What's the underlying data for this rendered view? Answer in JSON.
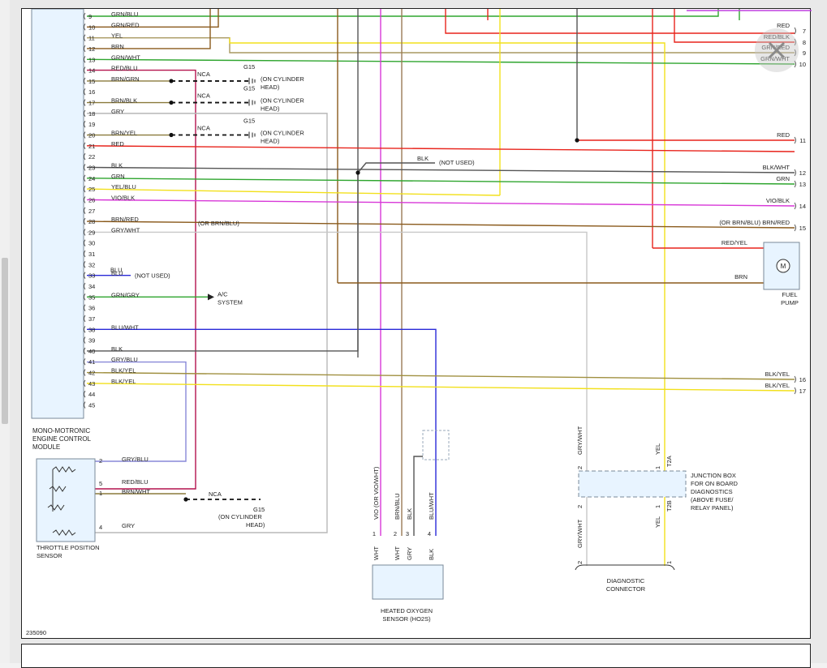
{
  "figure_id": "235090",
  "ecm": {
    "label_lines": [
      "MONO-MOTRONIC",
      "ENGINE CONTROL",
      "MODULE"
    ],
    "pins": [
      {
        "n": "9",
        "wire": "GRN/BLU"
      },
      {
        "n": "10",
        "wire": "GRN/RED"
      },
      {
        "n": "11",
        "wire": "YEL"
      },
      {
        "n": "12",
        "wire": "BRN"
      },
      {
        "n": "13",
        "wire": "GRN/WHT"
      },
      {
        "n": "14",
        "wire": "RED/BLU"
      },
      {
        "n": "15",
        "wire": "BRN/GRN"
      },
      {
        "n": "16",
        "wire": ""
      },
      {
        "n": "17",
        "wire": "BRN/BLK"
      },
      {
        "n": "18",
        "wire": "GRY"
      },
      {
        "n": "19",
        "wire": ""
      },
      {
        "n": "20",
        "wire": "BRN/YEL"
      },
      {
        "n": "21",
        "wire": "RED"
      },
      {
        "n": "22",
        "wire": ""
      },
      {
        "n": "23",
        "wire": "BLK"
      },
      {
        "n": "24",
        "wire": "GRN"
      },
      {
        "n": "25",
        "wire": "YEL/BLU"
      },
      {
        "n": "26",
        "wire": "VIO/BLK"
      },
      {
        "n": "27",
        "wire": ""
      },
      {
        "n": "28",
        "wire": "BRN/RED"
      },
      {
        "n": "29",
        "wire": "GRY/WHT"
      },
      {
        "n": "30",
        "wire": ""
      },
      {
        "n": "31",
        "wire": ""
      },
      {
        "n": "32",
        "wire": ""
      },
      {
        "n": "33",
        "wire": "BLU"
      },
      {
        "n": "34",
        "wire": ""
      },
      {
        "n": "35",
        "wire": "GRN/GRY"
      },
      {
        "n": "36",
        "wire": ""
      },
      {
        "n": "37",
        "wire": ""
      },
      {
        "n": "38",
        "wire": "BLU/WHT"
      },
      {
        "n": "39",
        "wire": ""
      },
      {
        "n": "40",
        "wire": "BLK"
      },
      {
        "n": "41",
        "wire": "GRY/BLU"
      },
      {
        "n": "42",
        "wire": "BLK/YEL"
      },
      {
        "n": "43",
        "wire": "BLK/YEL"
      },
      {
        "n": "44",
        "wire": ""
      },
      {
        "n": "45",
        "wire": ""
      }
    ]
  },
  "right_connectors": [
    {
      "n": "7",
      "wire": "RED"
    },
    {
      "n": "8",
      "wire": "RED/BLK"
    },
    {
      "n": "9",
      "wire": "GRN/RED"
    },
    {
      "n": "10",
      "wire": "GRN/WHT"
    },
    {
      "n": "11",
      "wire": "RED"
    },
    {
      "n": "12",
      "wire": "BLK/WHT"
    },
    {
      "n": "13",
      "wire": "GRN"
    },
    {
      "n": "14",
      "wire": "VIO/BLK"
    },
    {
      "n": "15",
      "wire": "(OR BRN/BLU) BRN/RED"
    },
    {
      "n": "16",
      "wire": "BLK/YEL"
    },
    {
      "n": "17",
      "wire": "BLK/YEL"
    }
  ],
  "labels": {
    "nca": "NCA",
    "g15": "G15",
    "on_cyl_1": "(ON CYLINDER",
    "on_cyl_2": "HEAD)",
    "on_cyl_paren_2": "(ON CYLINDER",
    "blk": "BLK",
    "not_used": "(NOT USED)",
    "or_brn_blu": "(OR BRN/BLU)",
    "blu": "BLU",
    "ac_1": "A/C",
    "ac_2": "SYSTEM",
    "red_yel": "RED/YEL",
    "brn": "BRN",
    "fuel_pump_1": "FUEL",
    "fuel_pump_2": "PUMP",
    "motor": "M"
  },
  "tps": {
    "label_lines": [
      "THROTTLE POSITION",
      "SENSOR"
    ],
    "pins": [
      {
        "n": "2",
        "wire": "GRY/BLU"
      },
      {
        "n": "5",
        "wire": "RED/BLU"
      },
      {
        "n": "1",
        "wire": "BRN/WHT"
      },
      {
        "n": "4",
        "wire": "GRY"
      }
    ]
  },
  "ho2s": {
    "label_lines": [
      "HEATED OXYGEN",
      "SENSOR (HO2S)"
    ],
    "upper_wires": [
      "VIO (OR VIO/WHT)",
      "BRN/BLU",
      "BLK",
      "BLU/WHT"
    ],
    "pins": [
      "1",
      "2",
      "3",
      "4"
    ],
    "lower_wires": [
      "WHT",
      "WHT",
      "GRY",
      "BLK"
    ]
  },
  "junction_box": {
    "label_lines": [
      "JUNCTION BOX",
      "FOR ON BOARD",
      "DIAGNOSTICS",
      "(ABOVE FUSE/",
      "RELAY PANEL)"
    ],
    "t2a": "T2A",
    "t2b": "T2B",
    "left_wire": "GRY/WHT",
    "right_wire": "YEL",
    "pin2": "2",
    "pin1": "1"
  },
  "diag": {
    "label_lines": [
      "DIAGNOSTIC",
      "CONNECTOR"
    ],
    "pin2": "2",
    "pin1": "1",
    "left_wire": "GRY/WHT",
    "right_wire": "YEL"
  },
  "colors": {
    "red": "#e8241c",
    "green": "#2ea52e",
    "yellow": "#f2e01c",
    "brown": "#8a5a1c",
    "gray": "#b8b8b8",
    "black": "#333333",
    "violet": "#d838d8",
    "blue": "#2a2ad8",
    "darkred": "#b4124e"
  }
}
